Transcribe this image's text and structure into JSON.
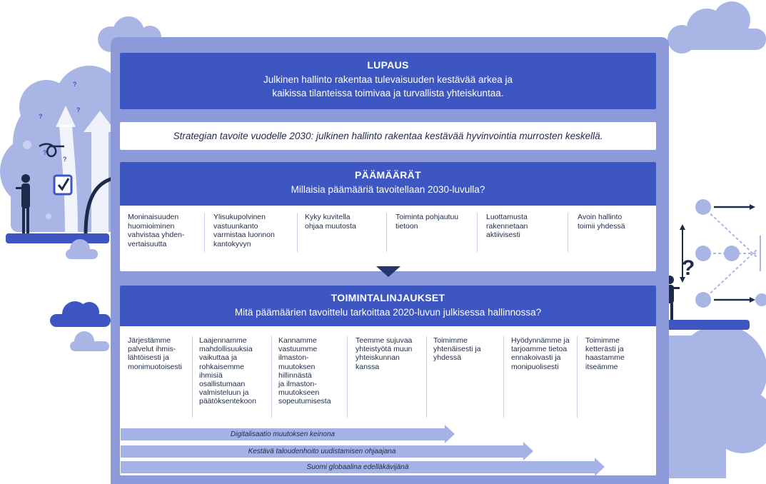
{
  "lupaus": {
    "heading": "LUPAUS",
    "line1": "Julkinen hallinto rakentaa tulevaisuuden kestävää arkea ja",
    "line2": "kaikissa tilanteissa toimivaa ja turvallista yhteiskuntaa."
  },
  "strategy": {
    "text": "Strategian tavoite vuodelle 2030: julkinen hallinto rakentaa kestävää hyvinvointia murrosten keskellä."
  },
  "paamaarat": {
    "heading": "PÄÄMÄÄRÄT",
    "subheading": "Millaisia päämääriä tavoitellaan 2030-luvulla?",
    "goals": [
      "Moninaisuuden\nhuomioiminen\nvahvistaa yhden-\nvertaisuutta",
      "Ylisukupolvinen\nvastuunkanto\nvarmistaa luonnon\nkantokyvyn",
      "Kyky kuvitella\nohjaa muutosta",
      "Toiminta pohjautuu\ntietoon",
      "Luottamusta\nrakennetaan\naktiivisesti",
      "Avoin hallinto\ntoimii yhdessä"
    ]
  },
  "toimintalinjaukset": {
    "heading": "TOIMINTALINJAUKSET",
    "subheading": "Mitä päämäärien tavoittelu tarkoittaa 2020-luvun julkisessa hallinnossa?",
    "items": [
      "Järjestämme\npalvelut ihmis-\nlähtöisesti ja\nmonimuotoisesti",
      "Laajennamme\nmahdollisuuksia\nvaikuttaa ja\nrohkaisemme\nihmisiä\nosallistumaan\nvalmisteluun ja\npäätöksentekoon",
      "Kannamme\nvastuumme\nilmaston-\nmuutoksen\nhillinnästä\nja ilmaston-\nmuutokseen\nsopeutumisesta",
      "Teemme sujuvaa\nyhteistyötä muun\nyhteiskunnan\nkanssa",
      "Toimimme\nyhtenäisesti ja\nyhdessä",
      "Hyödynnämme ja\ntarjoamme tietoa\nennakoivasti ja\nmonipuolisesti",
      "Toimimme\nketterästi ja\nhaastamme\nitseämme"
    ]
  },
  "enablers": [
    "Digitalisaatio muutoksen keinona",
    "Kestävä taloudenhoito uudistamisen ohjaajana",
    "Suomi globaalina edelläkävijänä"
  ],
  "illustration": {
    "question_mark": "?",
    "colors": {
      "primary": "#3d56c2",
      "frame": "#8c9ad9",
      "cloud": "#a9b5e4",
      "dark": "#25356e"
    }
  }
}
